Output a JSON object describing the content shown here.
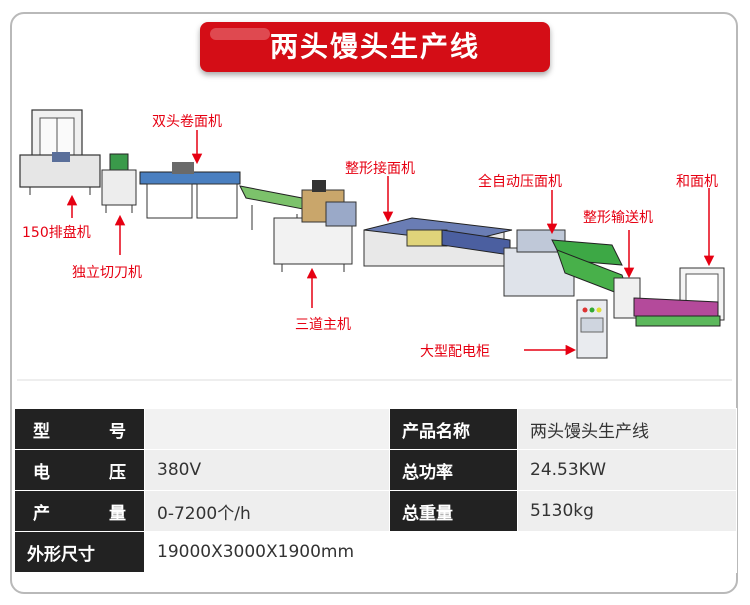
{
  "title": "两头馒头生产线",
  "labels": {
    "pan_machine": "150排盘机",
    "cutter": "独立切刀机",
    "roller": "双头卷面机",
    "main_machine": "三道主机",
    "shaping_receiver": "整形接面机",
    "auto_press": "全自动压面机",
    "shaping_conveyor": "整形输送机",
    "mixer": "和面机",
    "cabinet": "大型配电柜"
  },
  "specs": {
    "model_label": "型号",
    "model_value": "",
    "product_name_label": "产品名称",
    "product_name_value": "两头馒头生产线",
    "voltage_label": "电压",
    "voltage_value": "380V",
    "total_power_label": "总功率",
    "total_power_value": "24.53KW",
    "output_label": "产量",
    "output_value": "0-7200个/h",
    "total_weight_label": "总重量",
    "total_weight_value": "5130kg",
    "dimensions_label": "外形尺寸",
    "dimensions_value": "19000X3000X1900mm"
  },
  "colors": {
    "title_red": "#d40d16",
    "label_red": "#e60012",
    "key_bg": "#222222",
    "value_bg": "#eeeeee"
  }
}
